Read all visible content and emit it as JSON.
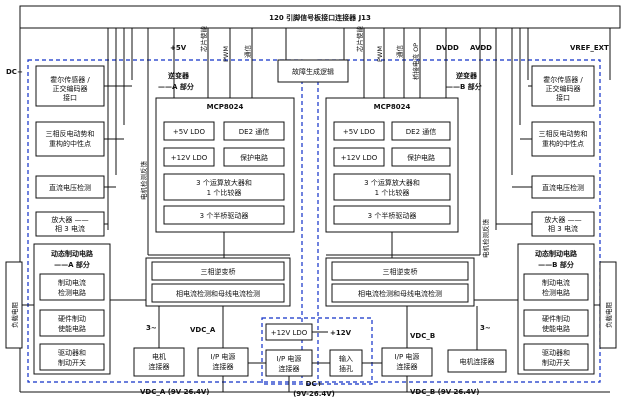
{
  "title": "120 引脚信号板接口连接器 J13",
  "top_labels": {
    "dc_plus_left": "DC+",
    "plus5v": "+5V",
    "dvdd": "DVDD",
    "avdd": "AVDD",
    "vref_ext": "VREF_EXT",
    "fault_logic": "故障生成逻辑"
  },
  "bus_labels_a": {
    "chip_enable": "芯片使能",
    "pwm": "PWM",
    "comm": "通信"
  },
  "bus_labels_b": {
    "chip_enable": "芯片使能",
    "pwm": "PWM",
    "comm": "通信",
    "bridge_current": "桥接电流 OP"
  },
  "left_side": {
    "hall": "霍尔传感器 / 正交编码器 接口",
    "bemf": "三相反电动势和 重构的中性点",
    "dc_voltage": "直流电压检测",
    "amplifier": "放大器 —— 相 3 电流"
  },
  "right_side": {
    "hall": "霍尔传感器 / 正交编码器 接口",
    "bemf": "三相反电动势和 重构的中性点",
    "dc_voltage": "直流电压检测",
    "amplifier": "放大器 —— 相 3 电流"
  },
  "inverter_a": {
    "title": "逆变器",
    "part": "A 部分"
  },
  "inverter_b": {
    "title": "逆变器",
    "part": "B 部分"
  },
  "mcp_a": {
    "chip": "MCP8024",
    "ldo5": "+5V LDO",
    "de2": "DE2 通信",
    "ldo12": "+12V LDO",
    "protect": "保护电路",
    "opamp_line1": "3 个运算放大器和",
    "opamp_line2": "1 个比较器",
    "half_bridge": "3 个半桥驱动器"
  },
  "mcp_b": {
    "chip": "MCP8024",
    "ldo5": "+5V LDO",
    "de2": "DE2 通信",
    "ldo12": "+12V LDO",
    "protect": "保护电路",
    "opamp_line1": "3 个运算放大器和",
    "opamp_line2": "1 个比较器",
    "half_bridge": "3 个半桥驱动器"
  },
  "side_vertical_a": "电机检测反馈",
  "side_vertical_b": "电机检测反馈",
  "bridge_a": {
    "inverter3": "三相逆变桥",
    "sense": "相电流检测和母线电流检测"
  },
  "bridge_b": {
    "inverter3": "三相逆变桥",
    "sense": "相电流检测和母线电流检测"
  },
  "dyn_a": {
    "title": "动态制动电路",
    "part": "A 部分",
    "b1": "制动电流 检测电路",
    "b2": "硬件制动 使能电路",
    "b3": "驱动器和 制动开关"
  },
  "dyn_b": {
    "title": "动态制动电路",
    "part": "B 部分",
    "b1": "制动电流 检测电路",
    "b2": "硬件制动 使能电路",
    "b3": "驱动器和 制动开关"
  },
  "load_res_left": "负载电阻",
  "load_res_right": "负载电阻",
  "phase_a": "3~",
  "phase_b": "3~",
  "vdc_a": "VDC_A",
  "vdc_b": "VDC_B",
  "motor_conn_a": "电机 连接器",
  "motor_conn_b": "电机连接器",
  "ip_power_a": "I/P 电源 连接器",
  "ip_power_b": "I/P 电源 连接器",
  "ldo_12": "+12V LDO",
  "plus12v": "+12V",
  "input_fuse": "输入 插孔",
  "bottom": {
    "vdc_a_range": "VDC_A (9V-26.4V)",
    "dc_plus": "DC+",
    "dc_plus_range": "(9V-26.4V)",
    "vdc_b_range": "VDC_B (9V-26.4V)"
  }
}
